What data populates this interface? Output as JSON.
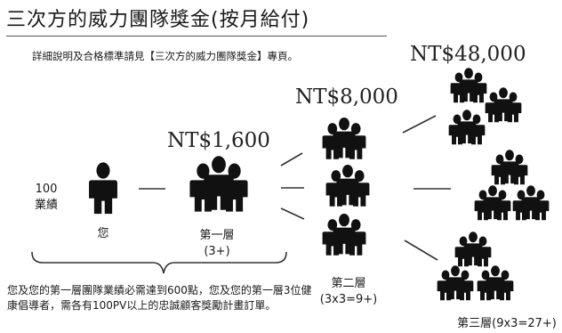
{
  "title": "三次方的威力團隊獎金(按月給付)",
  "subtitle": "詳細說明及合格標準請見【三次方的威力團隊獎金】專頁。",
  "bonuses": {
    "level1": "NT$1,600",
    "level2": "NT$8,000",
    "level3": "NT$48,000"
  },
  "you": {
    "pv": "100",
    "pv_label": "業績",
    "label": "您"
  },
  "level1": {
    "label": "第一層",
    "count": "(3+)"
  },
  "level2": {
    "label": "第二層",
    "count": "(3x3=9+)"
  },
  "level3": {
    "label": "第三層(9x3=27+)"
  },
  "note": "您及您的第一層團隊業績必需達到600點，您及您的第一層3位健康倡導者，需各有100PV以上的忠誠顧客獎勵計畫訂單。",
  "colors": {
    "figure": "#111111",
    "text": "#1a1a1a",
    "line": "#333333"
  }
}
